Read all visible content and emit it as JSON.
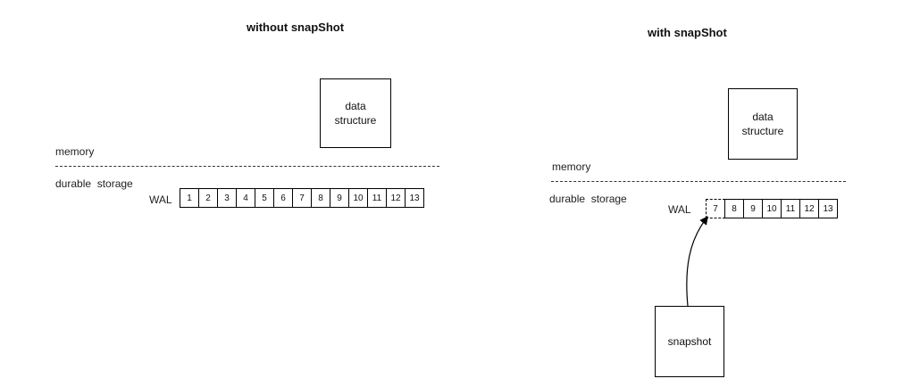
{
  "left": {
    "title": "without snapShot",
    "data_box": "data\nstructure",
    "memory_label": "memory",
    "storage_label": "durable  storage",
    "wal_label": "WAL",
    "wal_cells": [
      "1",
      "2",
      "3",
      "4",
      "5",
      "6",
      "7",
      "8",
      "9",
      "10",
      "11",
      "12",
      "13"
    ]
  },
  "right": {
    "title": "with snapShot",
    "data_box": "data\nstructure",
    "memory_label": "memory",
    "storage_label": "durable  storage",
    "wal_label": "WAL",
    "wal_cells": [
      "7",
      "8",
      "9",
      "10",
      "11",
      "12",
      "13"
    ],
    "snapshot_label": "snapshot"
  }
}
